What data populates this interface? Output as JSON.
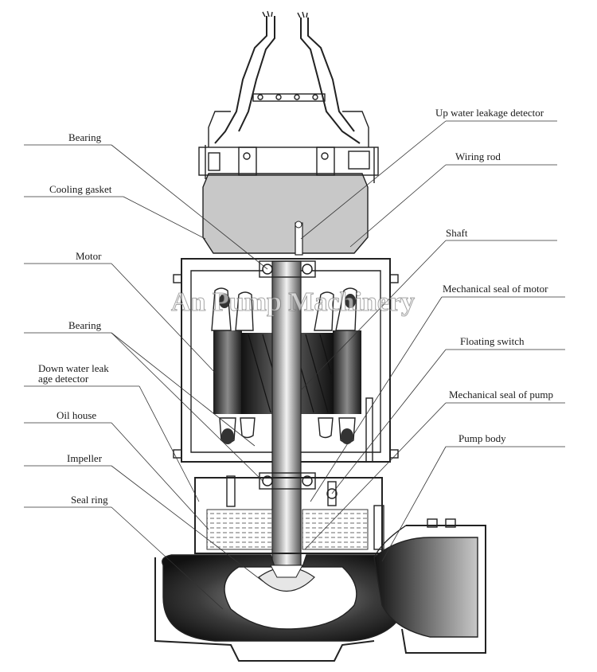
{
  "labels_left": [
    {
      "key": "bearing_top",
      "text": "Bearing"
    },
    {
      "key": "cooling_gasket",
      "text": "Cooling gasket"
    },
    {
      "key": "motor",
      "text": "Motor"
    },
    {
      "key": "bearing_mid",
      "text": "Bearing"
    },
    {
      "key": "down_leak_1",
      "text": "Down water leak"
    },
    {
      "key": "down_leak_2",
      "text": "age detector"
    },
    {
      "key": "oil_house",
      "text": "Oil house"
    },
    {
      "key": "impeller",
      "text": "Impeller"
    },
    {
      "key": "seal_ring",
      "text": "Seal ring"
    }
  ],
  "labels_right": [
    {
      "key": "up_leak",
      "text": "Up water leakage detector"
    },
    {
      "key": "wiring_rod",
      "text": "Wiring rod"
    },
    {
      "key": "shaft",
      "text": "Shaft"
    },
    {
      "key": "mech_seal_motor",
      "text": "Mechanical seal of motor"
    },
    {
      "key": "floating_switch",
      "text": "Floating switch"
    },
    {
      "key": "mech_seal_pump",
      "text": "Mechanical seal of pump"
    },
    {
      "key": "pump_body",
      "text": "Pump body"
    }
  ],
  "watermark": "An Pump Machinery",
  "colors": {
    "line": "#222222",
    "motor_cap_fill": "#c8c8c8",
    "rotor_fill": "#2e2e2e",
    "stator_fill": "#3a3a3a",
    "volute_fill": "#2a2a2a",
    "background": "#ffffff"
  }
}
